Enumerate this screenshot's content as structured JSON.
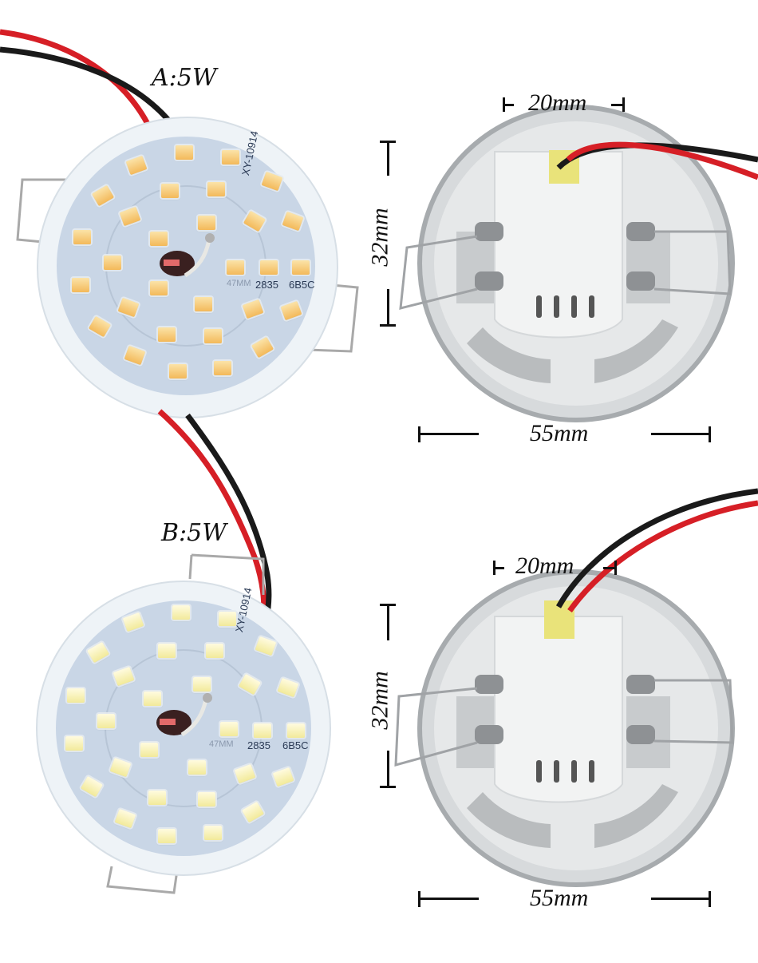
{
  "variants": [
    {
      "id": "A",
      "label": "A:5W",
      "led_color": "#f5c26b",
      "pcb_markings": {
        "model": "XY-10914",
        "diameter": "47MM",
        "led_type": "2835",
        "code": "6B5C"
      },
      "dimensions": {
        "width_top": "20mm",
        "height": "32mm",
        "diameter": "55mm"
      }
    },
    {
      "id": "B",
      "label": "B:5W",
      "led_color": "#f4ed9e",
      "pcb_markings": {
        "model": "XY-10914",
        "diameter": "47MM",
        "led_type": "2835",
        "code": "6B5C"
      },
      "dimensions": {
        "width_top": "20mm",
        "height": "32mm",
        "diameter": "55mm"
      }
    }
  ],
  "colors": {
    "pcb": "#c9d6e6",
    "wire_red": "#d61f26",
    "wire_black": "#1a1a1a",
    "housing": "#b8bcbf",
    "driver": "#eef0f0"
  }
}
